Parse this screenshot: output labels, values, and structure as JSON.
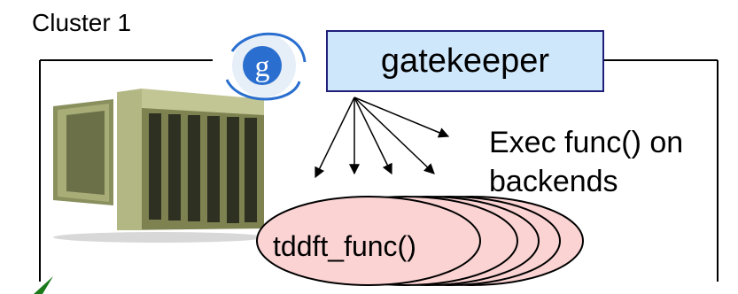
{
  "cluster": {
    "title": "Cluster 1"
  },
  "gatekeeper": {
    "label": "gatekeeper",
    "logo_letter": "g"
  },
  "annotation": {
    "line1": "Exec func() on",
    "line2": "backends"
  },
  "backend": {
    "label": "tddft_func()",
    "copies": 5
  },
  "colors": {
    "frame": "#000000",
    "gatekeeper_fill": "#cfe7fb",
    "gatekeeper_border": "#1f1f7a",
    "backend_fill": "#fbd3d3",
    "backend_border": "#000000",
    "logo_blue": "#2a6fcf",
    "server_body": "#a8ad78",
    "green_arrow": "#1a7a1a"
  },
  "icons": [
    "globus-logo-icon",
    "server-rack-icon",
    "green-arrow-icon"
  ]
}
